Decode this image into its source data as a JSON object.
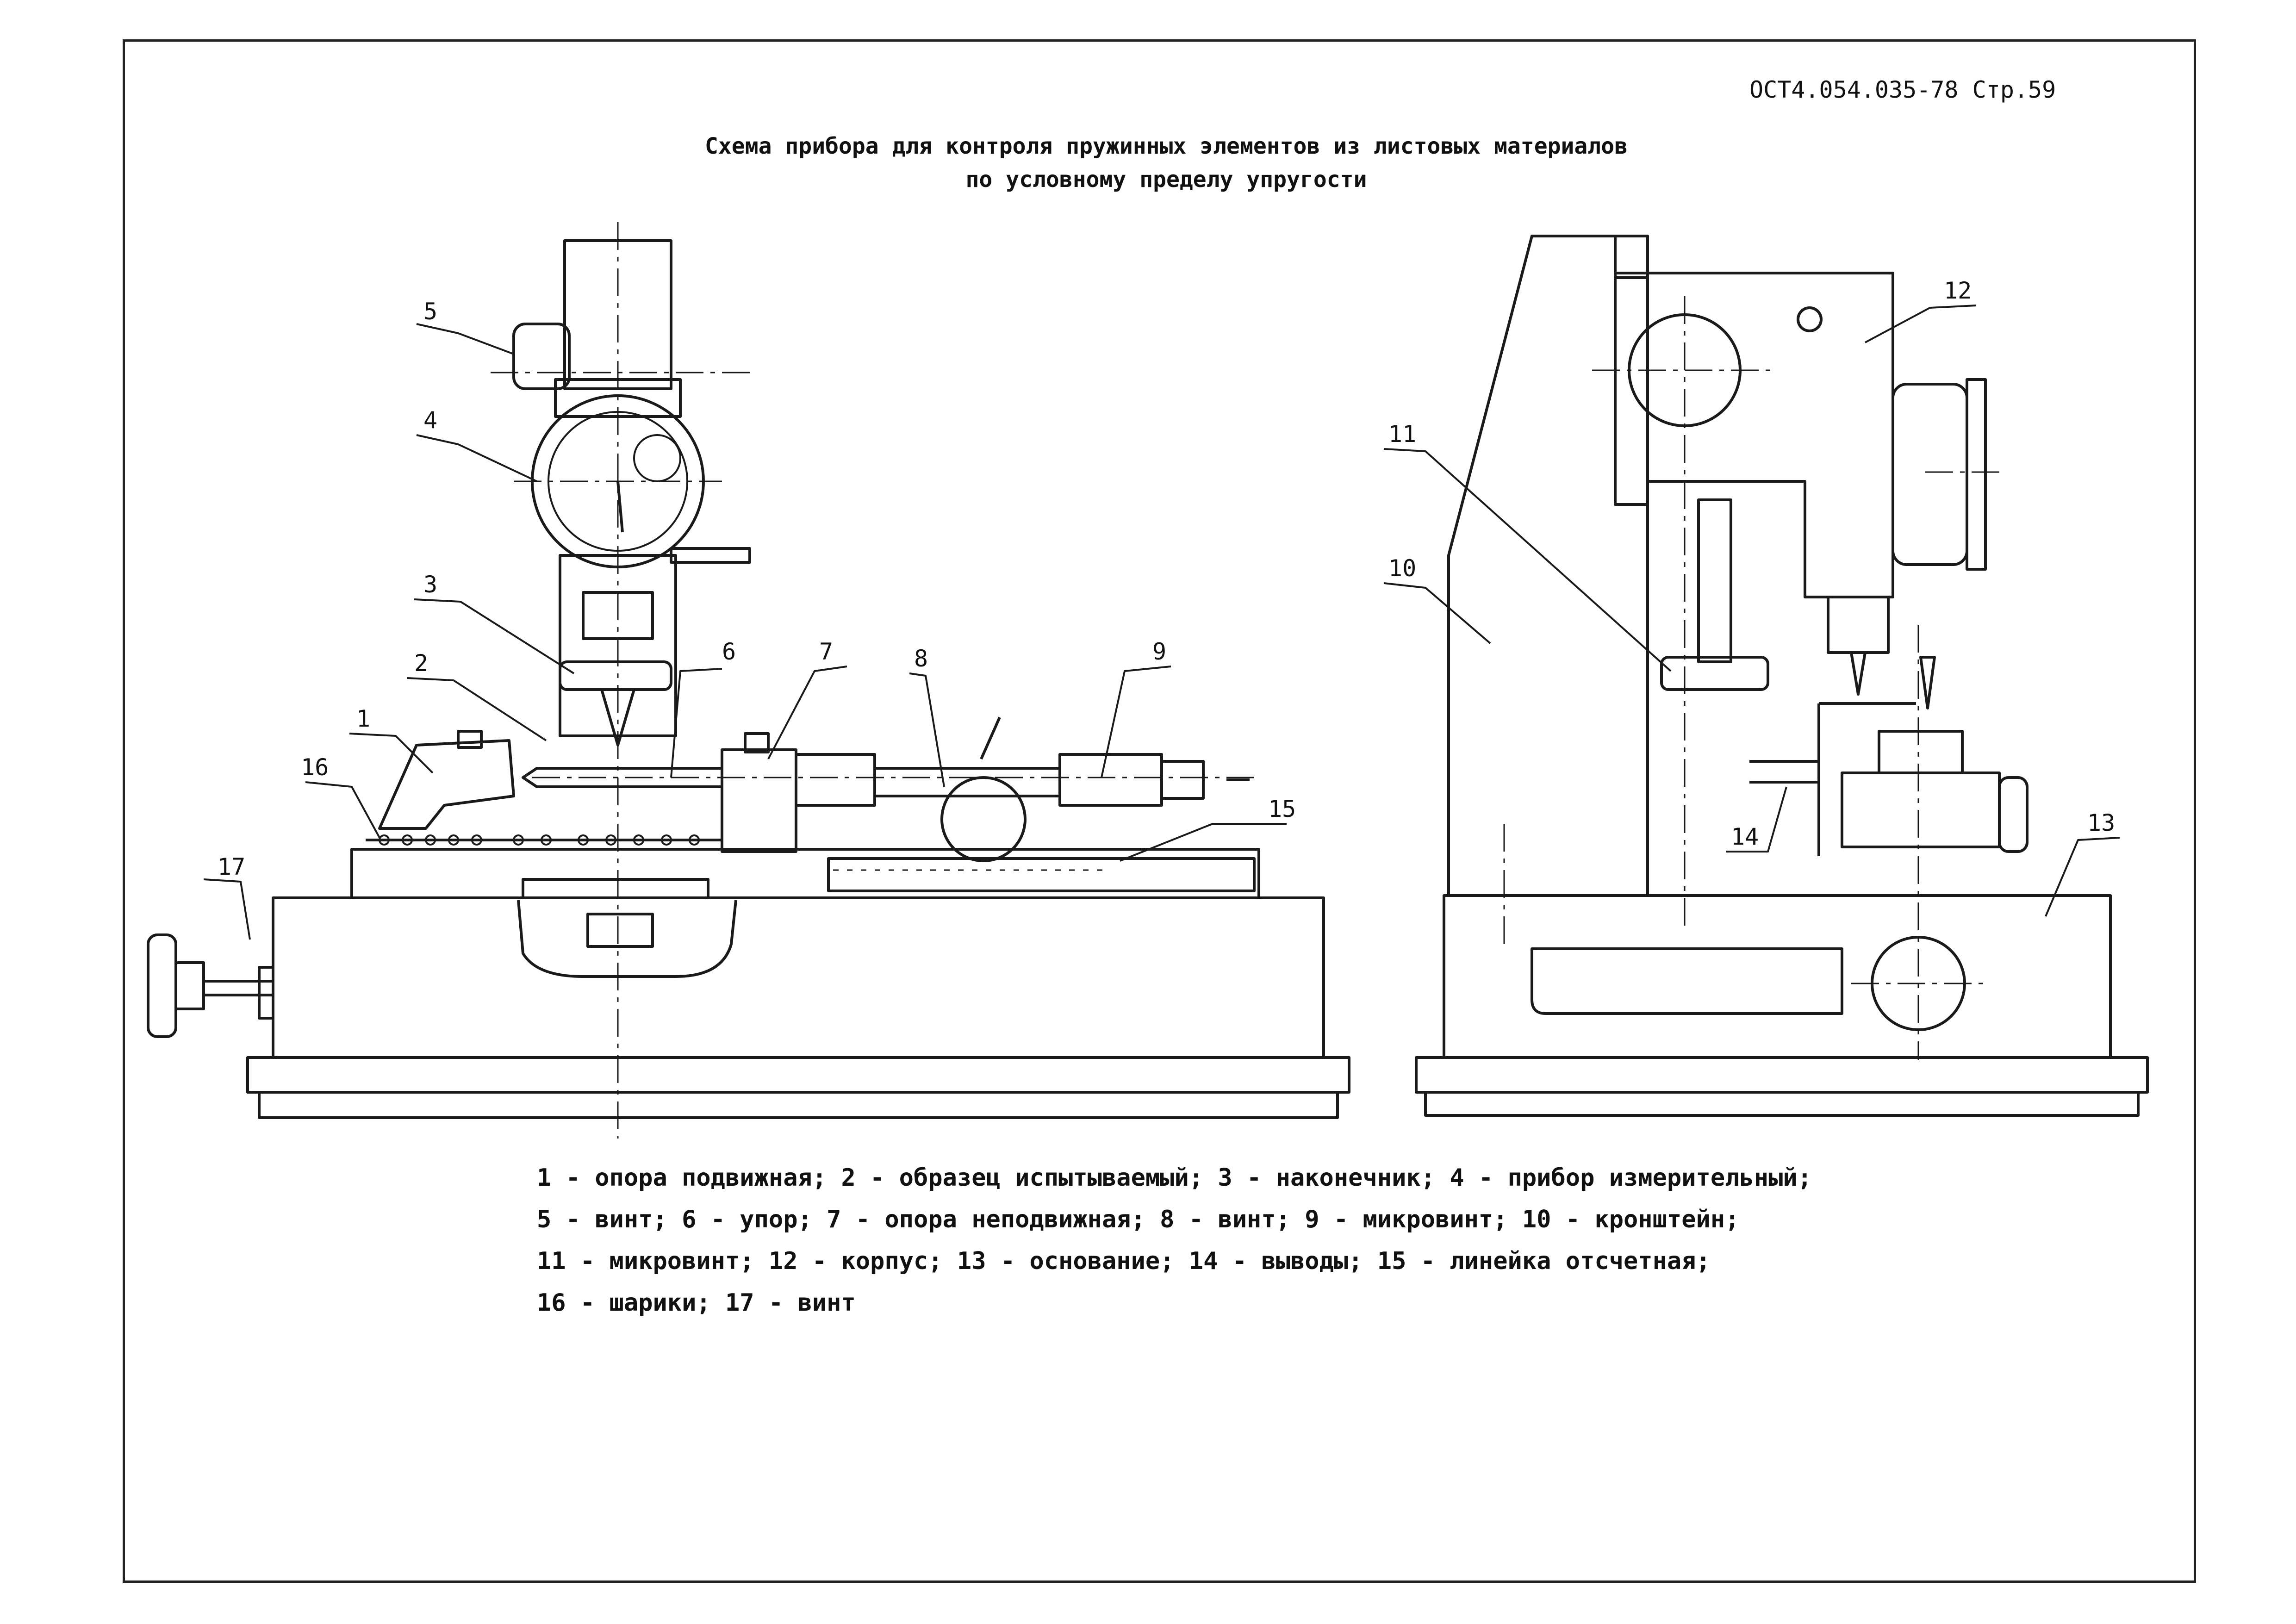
{
  "doc_ref": "ОСТ4.054.035-78  Стр.59",
  "title_line1": "Схема прибора для контроля пружинных элементов из листовых материалов",
  "title_line2": "по условному пределу упругости",
  "callouts": [
    "1",
    "2",
    "3",
    "4",
    "5",
    "6",
    "7",
    "8",
    "9",
    "10",
    "11",
    "12",
    "13",
    "14",
    "15",
    "16",
    "17"
  ],
  "legend": [
    "1 - опора подвижная; 2 - образец испытываемый; 3 - наконечник; 4 - прибор измерительный;",
    "5 - винт; 6 - упор; 7 - опора неподвижная; 8 - винт; 9 - микровинт; 10 - кронштейн;",
    "11 - микровинт; 12 - корпус; 13 - основание; 14 - выводы; 15 - линейка отсчетная;",
    "16 - шарики; 17 - винт"
  ]
}
